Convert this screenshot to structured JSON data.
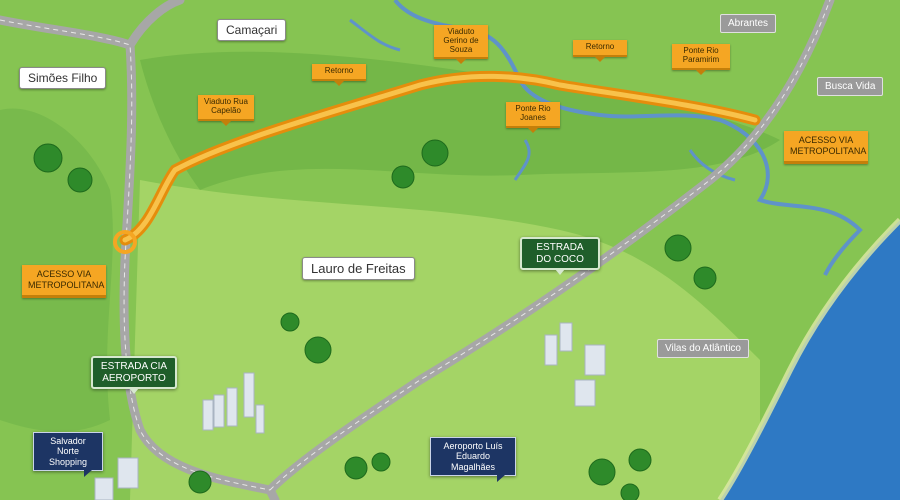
{
  "colors": {
    "land": "#86c452",
    "land_light": "#a9d86a",
    "wetland": "#6fb046",
    "sea": "#2e79c4",
    "road": "#a7a7a7",
    "highway": "#f5a623",
    "river": "#5f93c9",
    "badge_orange": "#f5a623",
    "badge_green": "#1f5e2a",
    "badge_navy": "#1d3564",
    "badge_gray": "#9a9a9a"
  },
  "places": {
    "camacari": "Camaçari",
    "simoes_filho": "Simões Filho",
    "lauro_de_freitas": "Lauro de Freitas",
    "abrantes": "Abrantes",
    "busca_vida": "Busca Vida",
    "vilas_do_atlantico": "Vilas do Atlântico"
  },
  "markers": {
    "viaduto_capelao": "Viaduto Rua Capelão",
    "retorno_1": "Retorno",
    "viaduto_gerino": "Viaduto Gerino de Souza",
    "retorno_2": "Retorno",
    "ponte_paramirim": "Ponte Rio Paramirim",
    "ponte_joanes": "Ponte Rio Joanes",
    "acesso_right": "ACESSO VIA METROPOLITANA",
    "acesso_left": "ACESSO VIA METROPOLITANA"
  },
  "roads": {
    "estrada_coco": "ESTRADA DO COCO",
    "estrada_aeroporto": "ESTRADA CIA AEROPORTO"
  },
  "landmarks": {
    "shopping": "Salvador Norte Shopping",
    "aeroporto": "Aeroporto Luís Eduardo Magalhães"
  }
}
